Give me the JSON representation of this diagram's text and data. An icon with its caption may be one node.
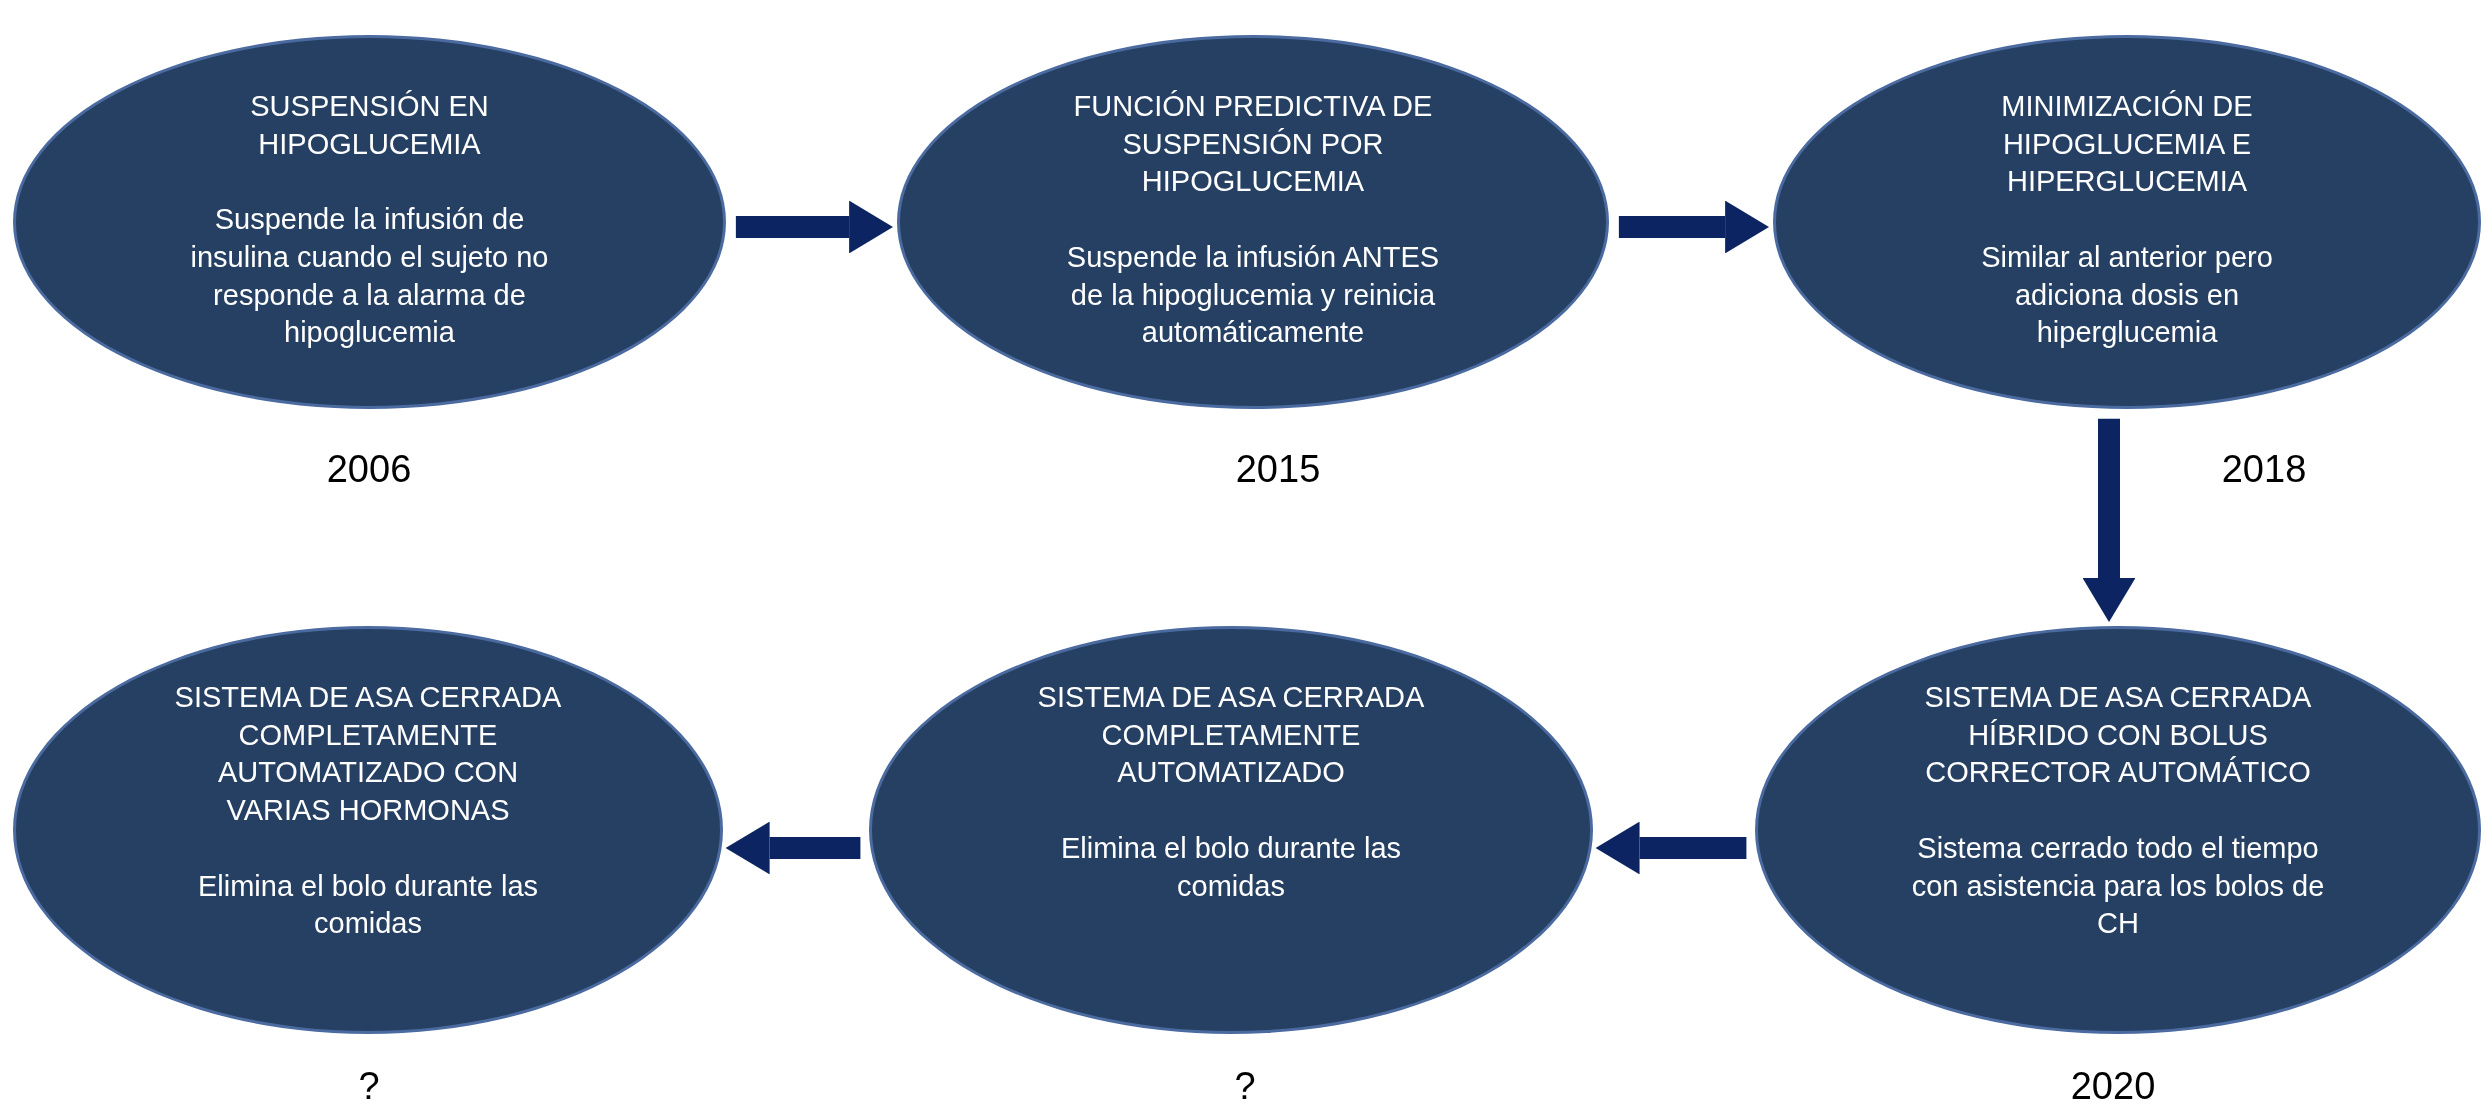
{
  "diagram": {
    "nodes": [
      {
        "text": [
          "SUSPENSIÓN EN HIPOGLUCEMIA",
          "Suspende la infusión de insulina cuando el sujeto no responde a la alarma de hipoglucemia"
        ],
        "beside": [
          "2006"
        ]
      },
      {
        "text": [
          "FUNCIÓN PREDICTIVA DE SUSPENSIÓN POR HIPOGLUCEMIA",
          "Suspende la infusión ANTES de la hipoglucemia y reinicia automáticamente"
        ],
        "beside": [
          "2015"
        ]
      },
      {
        "text": [
          "MINIMIZACIÓN DE HIPOGLUCEMIA E HIPERGLUCEMIA",
          "Similar al anterior pero adiciona dosis en hiperglucemia"
        ],
        "beside": [
          "2018"
        ]
      },
      {
        "text": [
          "SISTEMA DE ASA CERRADA HÍBRIDO CON BOLUS CORRECTOR AUTOMÁTICO",
          "Sistema cerrado todo el tiempo con asistencia para los bolos de CH"
        ],
        "beside": [
          "2020"
        ]
      },
      {
        "text": [
          "SISTEMA DE ASA CERRADA COMPLETAMENTE AUTOMATIZADO",
          "Elimina el bolo durante las comidas"
        ],
        "beside": [
          "?"
        ]
      },
      {
        "text": [
          "SISTEMA DE ASA CERRADA COMPLETAMENTE AUTOMATIZADO CON VARIAS HORMONAS",
          "Elimina el bolo durante las comidas"
        ],
        "beside": [
          "?"
        ]
      }
    ],
    "edges": [
      {
        "from": 0,
        "to": 1,
        "arrow": "to"
      },
      {
        "from": 1,
        "to": 2,
        "arrow": "to"
      },
      {
        "from": 2,
        "to": 3,
        "arrow": "to"
      },
      {
        "from": 3,
        "to": 4,
        "arrow": "to"
      },
      {
        "from": 4,
        "to": 5,
        "arrow": "to"
      }
    ]
  }
}
